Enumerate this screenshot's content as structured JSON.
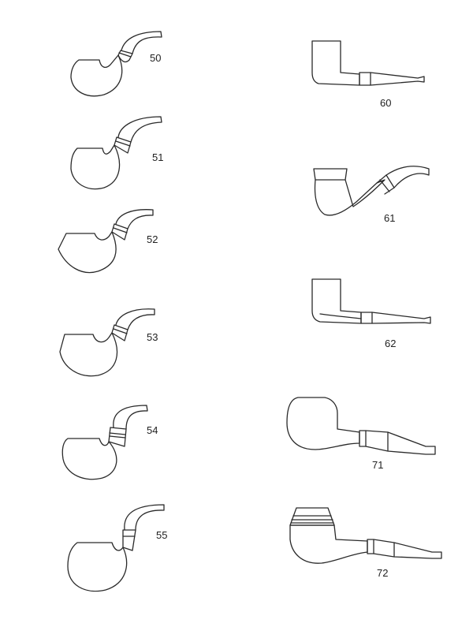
{
  "pipes": [
    {
      "id": "50",
      "label": "50",
      "shape": "bent-bulldog"
    },
    {
      "id": "51",
      "label": "51",
      "shape": "bent-apple"
    },
    {
      "id": "52",
      "label": "52",
      "shape": "bent-bulldog"
    },
    {
      "id": "53",
      "label": "53",
      "shape": "bent-bulldog"
    },
    {
      "id": "54",
      "label": "54",
      "shape": "bent-apple"
    },
    {
      "id": "55",
      "label": "55",
      "shape": "bent-apple"
    },
    {
      "id": "60",
      "label": "60",
      "shape": "straight-billiard"
    },
    {
      "id": "61",
      "label": "61",
      "shape": "full-bent"
    },
    {
      "id": "62",
      "label": "62",
      "shape": "straight-billiard"
    },
    {
      "id": "71",
      "label": "71",
      "shape": "straight-apple"
    },
    {
      "id": "72",
      "label": "72",
      "shape": "straight-bulldog"
    }
  ],
  "colors": {
    "stroke": "#2a2a2a",
    "background": "#ffffff"
  }
}
